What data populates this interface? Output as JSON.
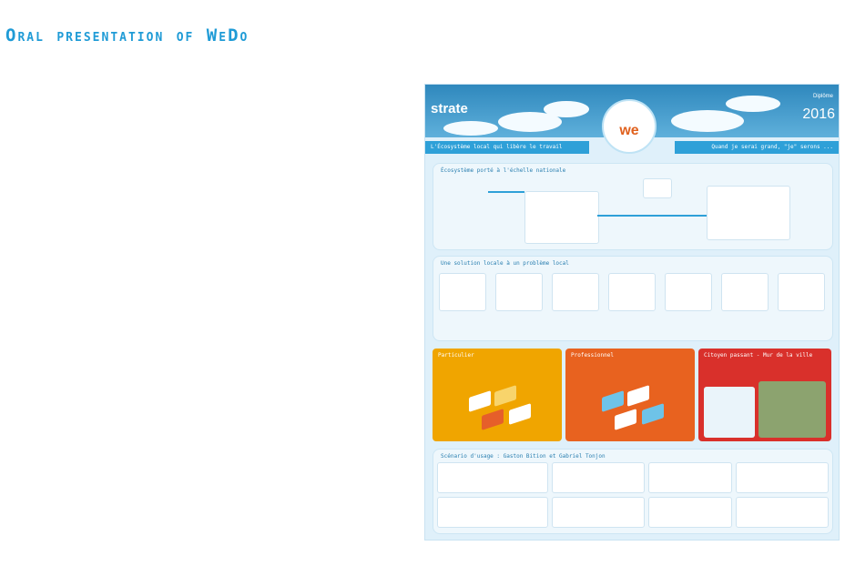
{
  "title": "Oral presentation of WeDo",
  "poster": {
    "brand": "strate",
    "diploma": "Diplôme",
    "year": "2016",
    "logo_text": "we",
    "tagline_left": "L'Écosystème local qui libère le travail",
    "tagline_right": "Quand je serai grand, \"je\" serons ...",
    "sections": {
      "ecosystem": "Écosystème porté à l'échelle nationale",
      "local_solution": "Une solution locale à un problème local",
      "usage": "Scénario d'usage : Gaston Bition et Gabriel Tonjon"
    },
    "panels": {
      "particulier": "Particulier",
      "professionnel": "Professionnel",
      "citoyen": "Citoyen passant - Mur de la ville"
    }
  },
  "colors": {
    "title": "#1f9bd6",
    "yellow": "#f0a500",
    "orange": "#e8621f",
    "red": "#d9302b",
    "blue": "#2ea0d8"
  }
}
